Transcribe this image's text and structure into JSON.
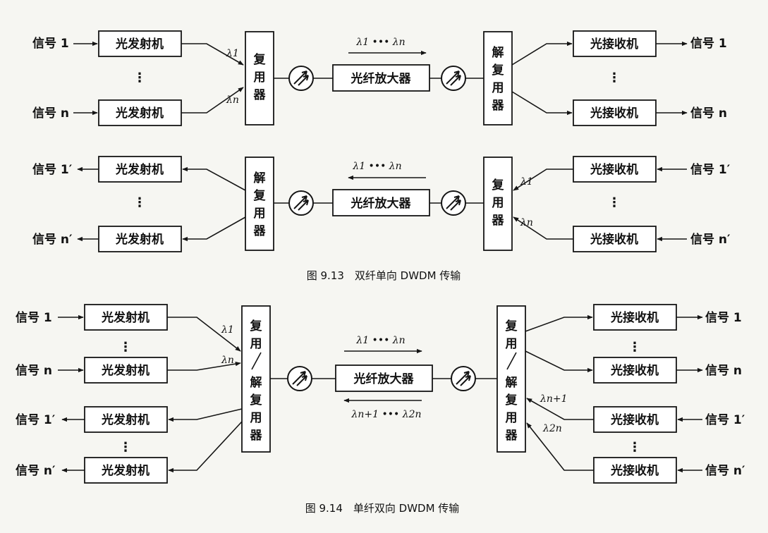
{
  "fig13": {
    "caption": "图 9.13　双纤单向 DWDM 传输",
    "top": {
      "sig_in_1": "信号 1",
      "sig_in_n": "信号 n",
      "tx": "光发射机",
      "mux": "复用器",
      "amp": "光纤放大器",
      "demux": "解复用器",
      "rx": "光接收机",
      "sig_out_1": "信号 1",
      "sig_out_n": "信号 n",
      "lam1": "λ1",
      "lamn": "λn",
      "band": "λ1 ••• λn"
    },
    "bottom": {
      "sig_out_1": "信号 1′",
      "sig_out_n": "信号 n′",
      "tx": "光发射机",
      "demux": "解复用器",
      "amp": "光纤放大器",
      "mux": "复用器",
      "rx": "光接收机",
      "sig_in_1": "信号 1′",
      "sig_in_n": "信号 n′",
      "lam1": "λ1",
      "lamn": "λn",
      "band": "λ1 ••• λn"
    }
  },
  "fig14": {
    "caption": "图 9.14　单纤双向 DWDM 传输",
    "left_signals": [
      "信号 1",
      "信号 n",
      "信号 1′",
      "信号 n′"
    ],
    "right_signals": [
      "信号 1",
      "信号 n",
      "信号 1′",
      "信号 n′"
    ],
    "tx": "光发射机",
    "rx": "光接收机",
    "muxdemux": "复用/解复用器",
    "amp": "光纤放大器",
    "lam1": "λ1",
    "lamn": "λn",
    "lamn1": "λn+1",
    "lam2n": "λ2n",
    "band_fwd": "λ1 ••• λn",
    "band_bwd": "λn+1 ••• λ2n"
  }
}
